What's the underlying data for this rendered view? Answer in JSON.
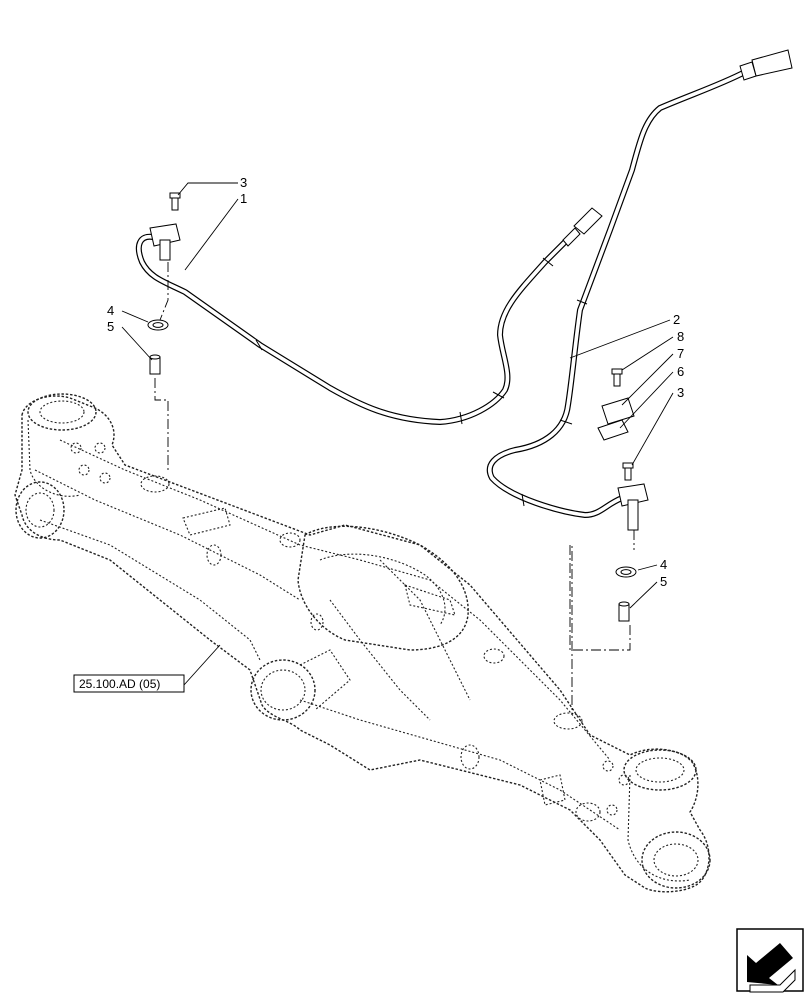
{
  "callouts": {
    "c1": "1",
    "c2": "2",
    "c3_top": "3",
    "c3_right": "3",
    "c4_left": "4",
    "c4_right": "4",
    "c5_left": "5",
    "c5_right": "5",
    "c6": "6",
    "c7": "7",
    "c8": "8"
  },
  "reference": {
    "label": "25.100.AD (05)"
  },
  "icons": {
    "nav": "navigation-arrow-icon"
  }
}
